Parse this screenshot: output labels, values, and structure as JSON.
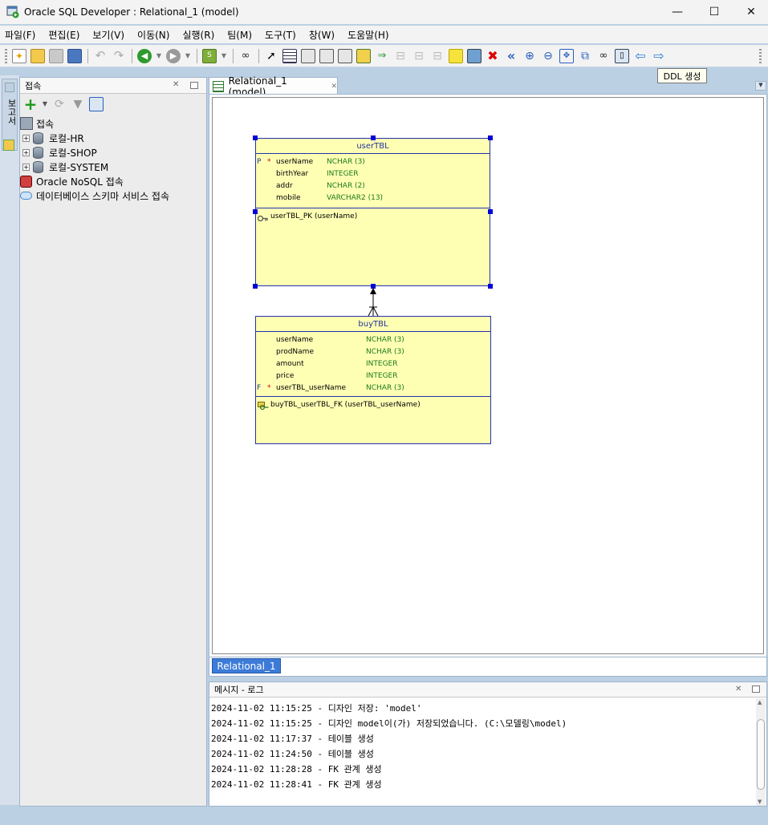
{
  "window": {
    "title": "Oracle SQL Developer : Relational_1 (model)",
    "minimize_glyph": "—",
    "maximize_glyph": "☐",
    "close_glyph": "✕"
  },
  "menu": [
    "파일(F)",
    "편집(E)",
    "보기(V)",
    "이동(N)",
    "실행(R)",
    "팀(M)",
    "도구(T)",
    "창(W)",
    "도움말(H)"
  ],
  "toolbar": {
    "tooltip": "DDL 생성",
    "icons": [
      "new-icon",
      "open-icon",
      "save-icon",
      "save-all-icon",
      "undo-icon",
      "redo-icon",
      "back-icon",
      "forward-icon",
      "sql-icon",
      "binoculars-icon",
      "select-icon",
      "new-table-icon",
      "new-view-icon",
      "split-table-icon",
      "merge-tables-icon",
      "new-fk-icon",
      "new-relation-icon",
      "new-note-icon",
      "new-picture-icon",
      "delete-icon",
      "engineer-icon",
      "zoom-in-icon",
      "zoom-out-icon",
      "fit-screen-icon",
      "layout-icon",
      "find-icon",
      "ddl-icon",
      "left-arrow-icon",
      "right-arrow-icon"
    ]
  },
  "left_strip": {
    "vertical_tab": "보고서"
  },
  "connections": {
    "panel_title": "접속",
    "root": "접속",
    "items": [
      {
        "label": "로컬-HR"
      },
      {
        "label": "로컬-SHOP"
      },
      {
        "label": "로컬-SYSTEM"
      }
    ],
    "nosql": "Oracle NoSQL 접속",
    "cloud": "데이터베이스 스키마 서비스 접속"
  },
  "editor": {
    "tab_label": "Relational_1 (model)",
    "bottom_tab": "Relational_1"
  },
  "diagram": {
    "tables": [
      {
        "name": "userTBL",
        "columns": [
          {
            "flag": "P",
            "required": "*",
            "name": "userName",
            "type": "NCHAR (3)"
          },
          {
            "flag": "",
            "required": "",
            "name": "birthYear",
            "type": "INTEGER"
          },
          {
            "flag": "",
            "required": "",
            "name": "addr",
            "type": "NCHAR (2)"
          },
          {
            "flag": "",
            "required": "",
            "name": "mobile",
            "type": "VARCHAR2 (13)"
          }
        ],
        "keys": [
          "userTBL_PK (userName)"
        ]
      },
      {
        "name": "buyTBL",
        "columns": [
          {
            "flag": "",
            "required": "",
            "name": "userName",
            "type": "NCHAR (3)"
          },
          {
            "flag": "",
            "required": "",
            "name": "prodName",
            "type": "NCHAR (3)"
          },
          {
            "flag": "",
            "required": "",
            "name": "amount",
            "type": "INTEGER"
          },
          {
            "flag": "",
            "required": "",
            "name": "price",
            "type": "INTEGER"
          },
          {
            "flag": "F",
            "required": "*",
            "name": "userTBL_userName",
            "type": "NCHAR (3)"
          }
        ],
        "keys": [
          "buyTBL_userTBL_FK (userTBL_userName)"
        ]
      }
    ]
  },
  "log": {
    "title": "메시지 - 로그",
    "lines": [
      "2024-11-02 11:15:25 - 디자인 저장: 'model'",
      "2024-11-02 11:15:25 - 디자인 model이(가) 저장되었습니다. (C:\\모델링\\model)",
      "2024-11-02 11:17:37 - 테이블 생성",
      "2024-11-02 11:24:50 - 테이블 생성",
      "2024-11-02 11:28:28 - FK 관계 생성",
      "2024-11-02 11:28:41 - FK 관계 생성"
    ]
  },
  "colors": {
    "accent": "#3d7bd8",
    "table_fill": "#ffffb4",
    "table_border": "#2233aa",
    "type_text": "#1a7a1a",
    "selection_handle": "#0000d8"
  }
}
